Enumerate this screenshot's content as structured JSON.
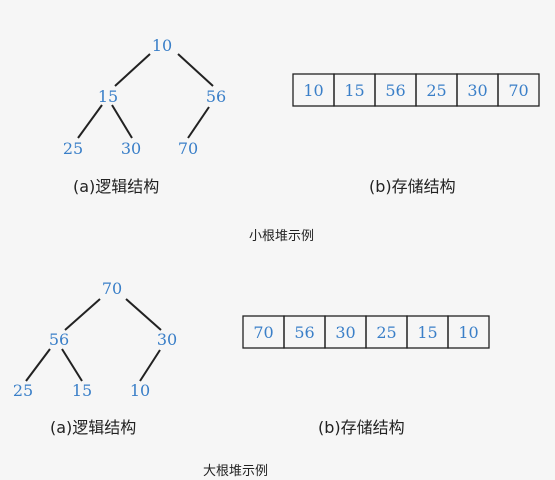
{
  "colors": {
    "node_text": "#3a7fc8",
    "line": "#222222",
    "background": "#f6f6f6"
  },
  "small_heap": {
    "tree_nodes": [
      "10",
      "15",
      "56",
      "25",
      "30",
      "70"
    ],
    "array": [
      "10",
      "15",
      "56",
      "25",
      "30",
      "70"
    ],
    "caption_tree": "(a)逻辑结构",
    "caption_array": "(b)存储结构",
    "title": "小根堆示例"
  },
  "large_heap": {
    "tree_nodes": [
      "70",
      "56",
      "30",
      "25",
      "15",
      "10"
    ],
    "array": [
      "70",
      "56",
      "30",
      "25",
      "15",
      "10"
    ],
    "caption_tree": "(a)逻辑结构",
    "caption_array": "(b)存储结构",
    "title": "大根堆示例"
  }
}
